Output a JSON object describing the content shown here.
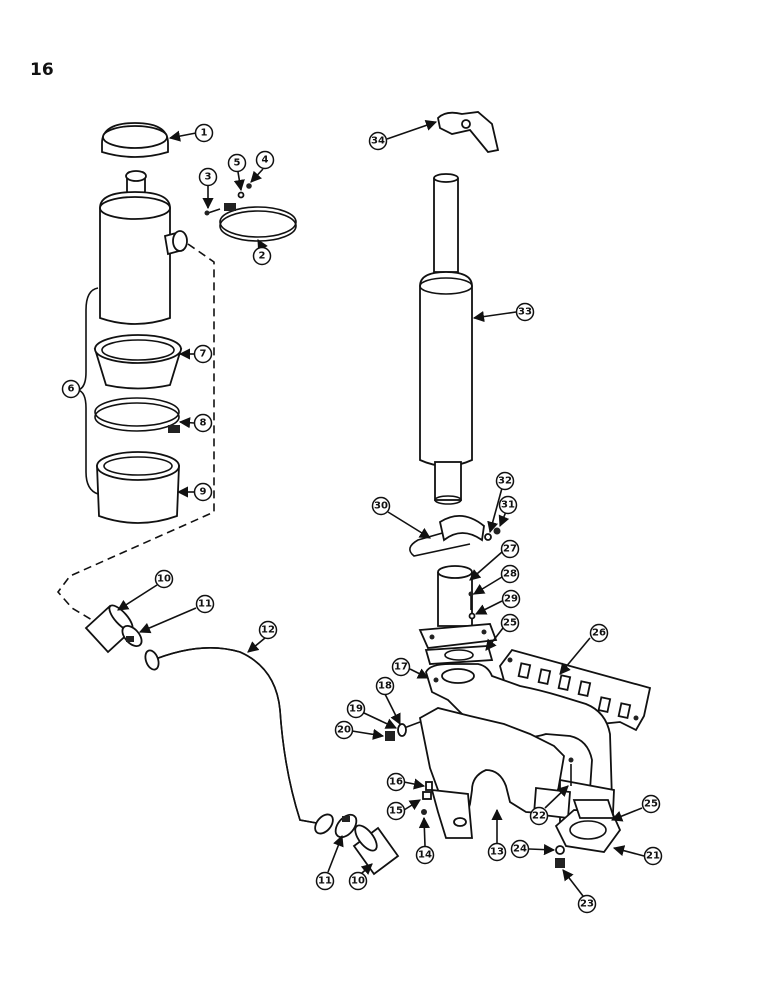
{
  "page_number": "16",
  "callouts": [
    "1",
    "2",
    "3",
    "4",
    "5",
    "6",
    "7",
    "8",
    "9",
    "10",
    "10",
    "11",
    "11",
    "12",
    "13",
    "14",
    "15",
    "16",
    "17",
    "18",
    "19",
    "20",
    "21",
    "22",
    "23",
    "24",
    "25",
    "25",
    "26",
    "27",
    "28",
    "29",
    "30",
    "31",
    "32",
    "33",
    "34"
  ]
}
